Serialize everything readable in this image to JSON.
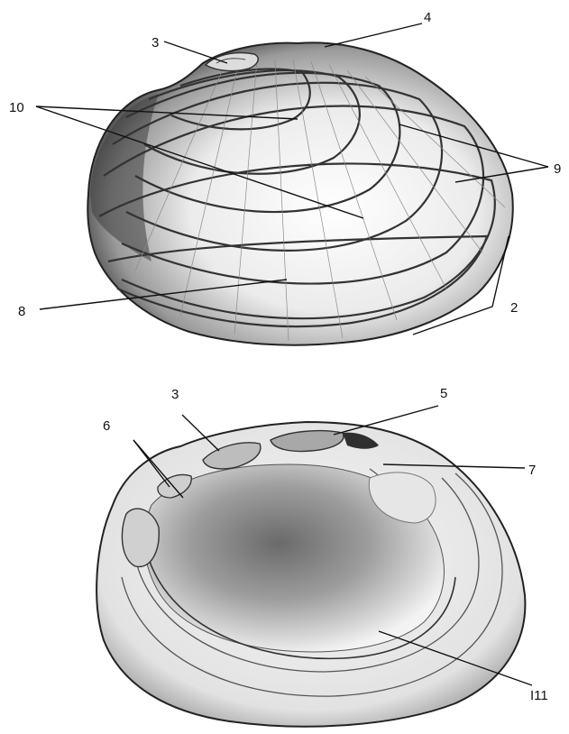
{
  "labels": {
    "top": {
      "l3": "3",
      "l4": "4",
      "l10": "10",
      "l9": "9",
      "l8": "8",
      "l2": "2"
    },
    "bottom": {
      "l3": "3",
      "l5": "5",
      "l6": "6",
      "l7": "7",
      "l11": "I11"
    }
  },
  "colors": {
    "line": "#111111",
    "shell_light": "#fafafa",
    "shell_dark": "#3a3a3a"
  }
}
